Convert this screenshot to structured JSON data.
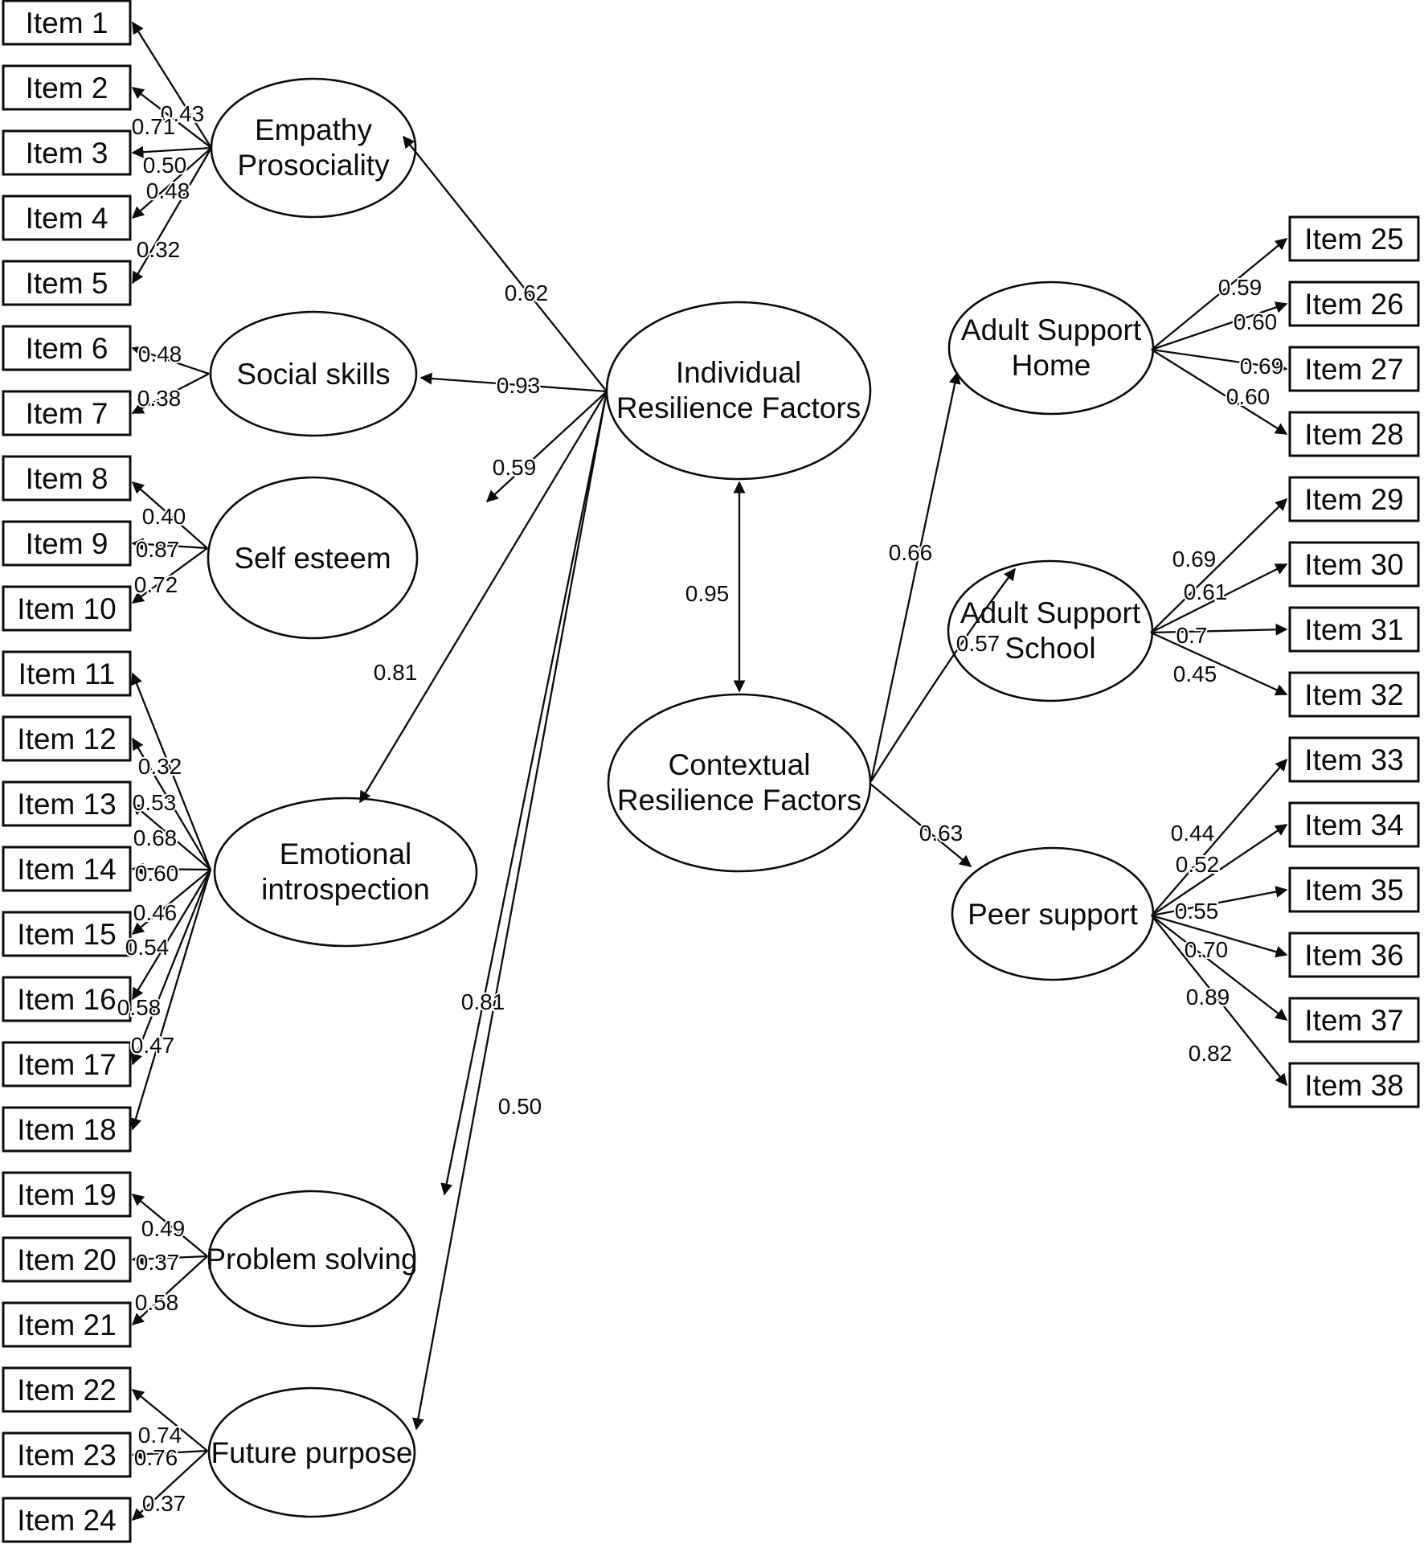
{
  "diagram": {
    "background_color": "#ffffff",
    "line_color": "#0b0b0b",
    "factors": {
      "empathy": {
        "line1": "Empathy",
        "line2": "Prosociality"
      },
      "social": {
        "line1": "Social skills"
      },
      "selfesteem": {
        "line1": "Self esteem"
      },
      "emotional": {
        "line1": "Emotional",
        "line2": "introspection"
      },
      "problem": {
        "line1": "Problem solving"
      },
      "future": {
        "line1": "Future purpose"
      },
      "individual": {
        "line1": "Individual",
        "line2": "Resilience Factors"
      },
      "contextual": {
        "line1": "Contextual",
        "line2": "Resilience Factors"
      },
      "home": {
        "line1": "Adult Support",
        "line2": "Home"
      },
      "school": {
        "line1": "Adult Support",
        "line2": "School"
      },
      "peer": {
        "line1": "Peer support"
      }
    },
    "items": {
      "i1": {
        "label": "Item 1",
        "loading": "0.43"
      },
      "i2": {
        "label": "Item 2",
        "loading": "0.71"
      },
      "i3": {
        "label": "Item 3",
        "loading": "0.50"
      },
      "i4": {
        "label": "Item 4",
        "loading": "0.48"
      },
      "i5": {
        "label": "Item 5",
        "loading": "0.32"
      },
      "i6": {
        "label": "Item 6",
        "loading": "0.48"
      },
      "i7": {
        "label": "Item 7",
        "loading": "0.38"
      },
      "i8": {
        "label": "Item 8",
        "loading": "0.40"
      },
      "i9": {
        "label": "Item 9",
        "loading": "0.87"
      },
      "i10": {
        "label": "Item 10",
        "loading": "0.72"
      },
      "i11": {
        "label": "Item 11",
        "loading": "0.32"
      },
      "i12": {
        "label": "Item 12",
        "loading": "0.53"
      },
      "i13": {
        "label": "Item 13",
        "loading": "0.68"
      },
      "i14": {
        "label": "Item 14",
        "loading": "0.60"
      },
      "i15": {
        "label": "Item 15",
        "loading": "0.46"
      },
      "i16": {
        "label": "Item 16",
        "loading": "0.54"
      },
      "i17": {
        "label": "Item 17",
        "loading": "0.58"
      },
      "i18": {
        "label": "Item 18",
        "loading": "0.47"
      },
      "i19": {
        "label": "Item 19",
        "loading": "0.49"
      },
      "i20": {
        "label": "Item 20",
        "loading": "0.37"
      },
      "i21": {
        "label": "Item 21",
        "loading": "0.58"
      },
      "i22": {
        "label": "Item 22",
        "loading": "0.74"
      },
      "i23": {
        "label": "Item 23",
        "loading": "0.76"
      },
      "i24": {
        "label": "Item 24",
        "loading": "0.37"
      },
      "i25": {
        "label": "Item 25",
        "loading": "0.59"
      },
      "i26": {
        "label": "Item 26",
        "loading": "0.60"
      },
      "i27": {
        "label": "Item 27",
        "loading": "0.69"
      },
      "i28": {
        "label": "Item 28",
        "loading": "0.60"
      },
      "i29": {
        "label": "Item 29",
        "loading": "0.69"
      },
      "i30": {
        "label": "Item 30",
        "loading": "0.61"
      },
      "i31": {
        "label": "Item 31",
        "loading": "0.7"
      },
      "i32": {
        "label": "Item 32",
        "loading": "0.45"
      },
      "i33": {
        "label": "Item 33",
        "loading": "0.44"
      },
      "i34": {
        "label": "Item 34",
        "loading": "0.52"
      },
      "i35": {
        "label": "Item 35",
        "loading": "0.55"
      },
      "i36": {
        "label": "Item 36",
        "loading": "0.70"
      },
      "i37": {
        "label": "Item 37",
        "loading": "0.89"
      },
      "i38": {
        "label": "Item 38",
        "loading": "0.82"
      },
      "i39": {
        "label": "",
        "loading": ""
      }
    },
    "paths": {
      "individual_empathy": "0.62",
      "individual_social": "0.93",
      "individual_selfesteem": "0.59",
      "individual_emotional": "0.81",
      "individual_problem": "0.81",
      "individual_future": "0.50",
      "individual_contextual": "0.95",
      "contextual_home": "0.66",
      "contextual_school": "0.57",
      "contextual_peer": "0.63"
    }
  }
}
